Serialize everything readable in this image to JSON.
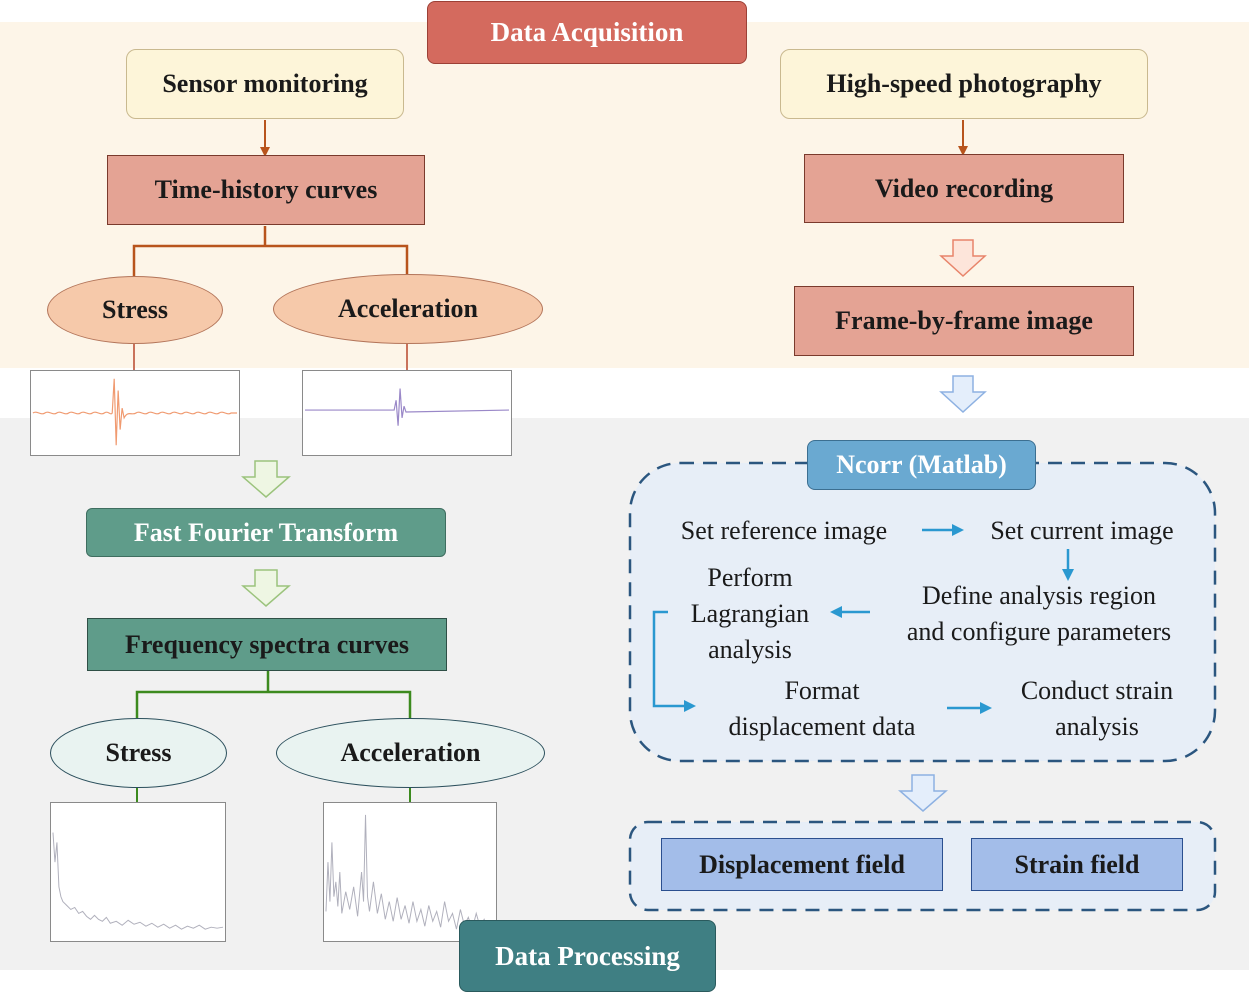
{
  "header": {
    "acquisition": "Data Acquisition",
    "processing": "Data Processing"
  },
  "acquisition": {
    "sensor": "Sensor monitoring",
    "time_history": "Time-history curves",
    "stress": "Stress",
    "acceleration": "Acceleration",
    "photo": "High-speed photography",
    "video": "Video recording",
    "frames": "Frame-by-frame image"
  },
  "processing": {
    "fft": "Fast Fourier Transform",
    "spectra": "Frequency spectra curves",
    "stress": "Stress",
    "acceleration": "Acceleration",
    "ncorr": "Ncorr (Matlab)",
    "steps": {
      "set_reference": "Set reference image",
      "set_current": "Set current image",
      "perform_1": "Perform",
      "perform_2": "Lagrangian",
      "perform_3": "analysis",
      "define_1": "Define analysis region",
      "define_2": "and configure parameters",
      "format_1": "Format",
      "format_2": "displacement data",
      "conduct_1": "Conduct strain",
      "conduct_2": "analysis"
    },
    "displacement": "Displacement field",
    "strain": "Strain field"
  },
  "colors": {
    "acq_bg": "#fdf5e8",
    "proc_bg": "#f1f1f1",
    "header_acq": "#d46a5e",
    "header_proc": "#3f7f83",
    "cream": "#fdf5d9",
    "salmon": "#e4a394",
    "peach": "#f6c9aa",
    "green": "#5f9c8a",
    "mint": "#e9f3f1",
    "ncorr": "#6aa9d1",
    "blue_fill": "#a3bde9",
    "dash": "#2b567f"
  }
}
